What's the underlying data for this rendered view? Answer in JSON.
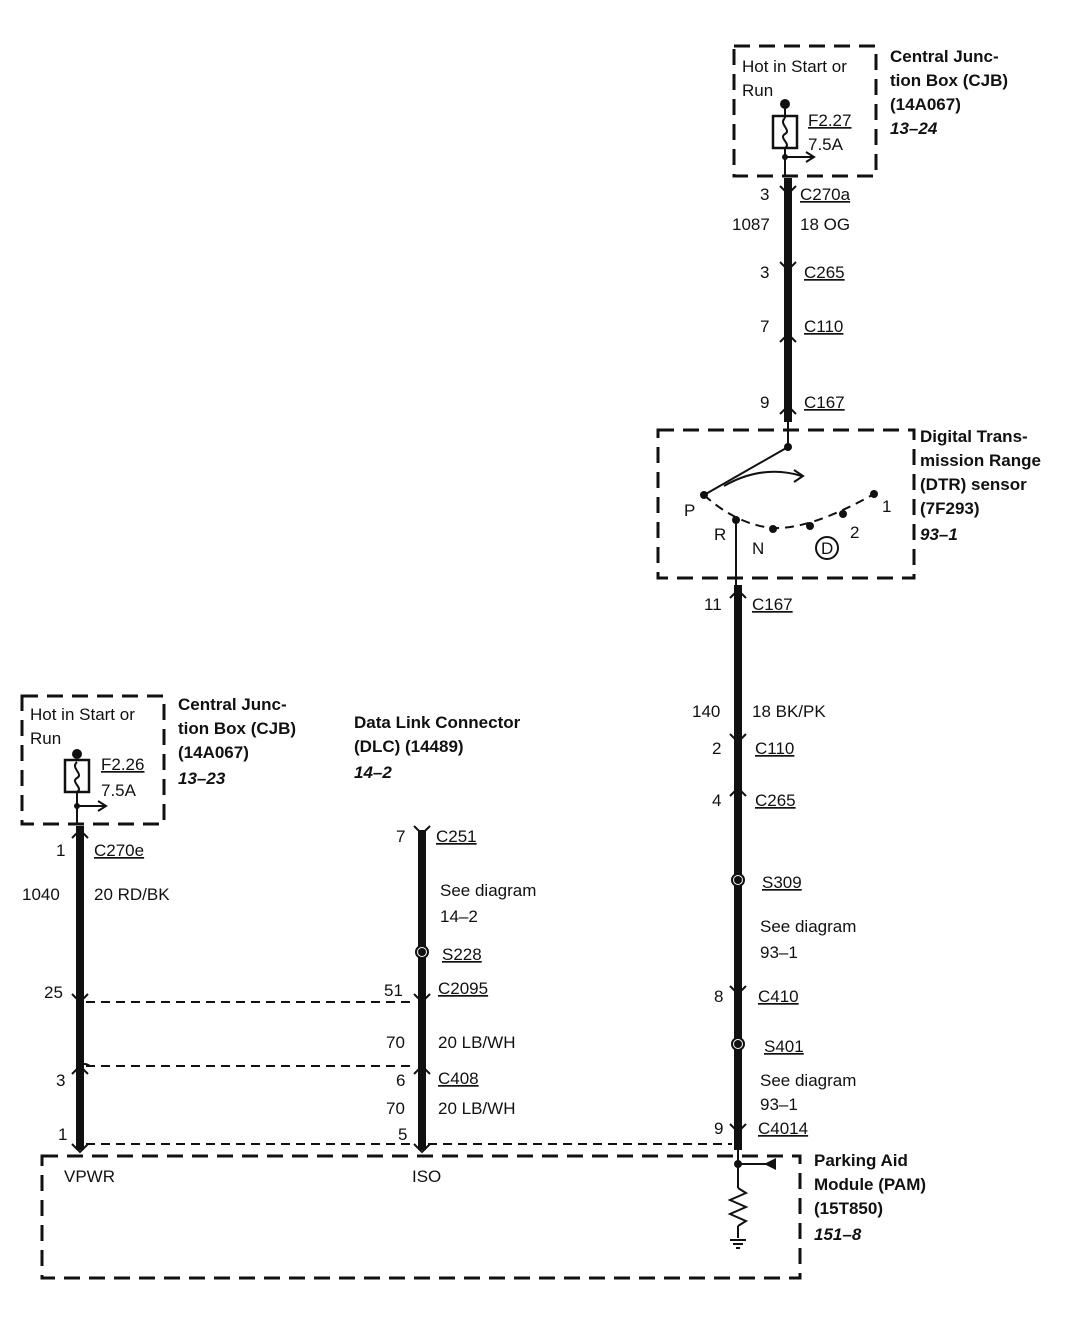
{
  "cjb_right": {
    "hot_line1": "Hot in Start or",
    "hot_line2": "Run",
    "title_line1": "Central Junc-",
    "title_line2": "tion Box (CJB)",
    "title_line3": "(14A067)",
    "ref": "13–24",
    "fuse": "F2.27",
    "rating": "7.5A"
  },
  "cjb_left": {
    "hot_line1": "Hot in Start or",
    "hot_line2": "Run",
    "title_line1": "Central Junc-",
    "title_line2": "tion Box (CJB)",
    "title_line3": "(14A067)",
    "ref": "13–23",
    "fuse": "F2.26",
    "rating": "7.5A"
  },
  "dtr": {
    "title_line1": "Digital Trans-",
    "title_line2": "mission Range",
    "title_line3": "(DTR) sensor",
    "title_line4": "(7F293)",
    "ref": "93–1",
    "pos_p": "P",
    "pos_r": "R",
    "pos_n": "N",
    "pos_d": "D",
    "pos_2": "2",
    "pos_1": "1"
  },
  "dlc": {
    "title_line1": "Data Link Connector",
    "title_line2": "(DLC) (14489)",
    "ref": "14–2"
  },
  "pam": {
    "title_line1": "Parking Aid",
    "title_line2": "Module (PAM)",
    "title_line3": "(15T850)",
    "ref": "151–8",
    "pin_vpwr": "VPWR",
    "pin_iso": "ISO"
  },
  "right_wire": {
    "c270a_pin": "3",
    "c270a": "C270a",
    "circuit": "1087",
    "color": "18 OG",
    "c265_pin": "3",
    "c265": "C265",
    "c110_pin": "7",
    "c110": "C110",
    "c167_pin": "9",
    "c167": "C167",
    "c167b_pin": "11",
    "c167b": "C167",
    "circuit2": "140",
    "color2": "18 BK/PK",
    "c110b_pin": "2",
    "c110b": "C110",
    "c265b_pin": "4",
    "c265b": "C265",
    "s309": "S309",
    "see1_line1": "See diagram",
    "see1_line2": "93–1",
    "c410_pin": "8",
    "c410": "C410",
    "s401": "S401",
    "see2_line1": "See diagram",
    "see2_line2": "93–1",
    "c4014_pin": "9",
    "c4014": "C4014"
  },
  "left_wire": {
    "c270e_pin": "1",
    "c270e": "C270e",
    "circuit": "1040",
    "color": "20 RD/BK",
    "pin25": "25",
    "pin3": "3",
    "pin1": "1"
  },
  "mid_wire": {
    "c251_pin": "7",
    "c251": "C251",
    "see_line1": "See diagram",
    "see_line2": "14–2",
    "s228": "S228",
    "c2095_pin": "51",
    "c2095": "C2095",
    "circuit1": "70",
    "color1": "20 LB/WH",
    "c408_pin": "6",
    "c408": "C408",
    "circuit2": "70",
    "color2": "20 LB/WH",
    "pin5": "5"
  }
}
